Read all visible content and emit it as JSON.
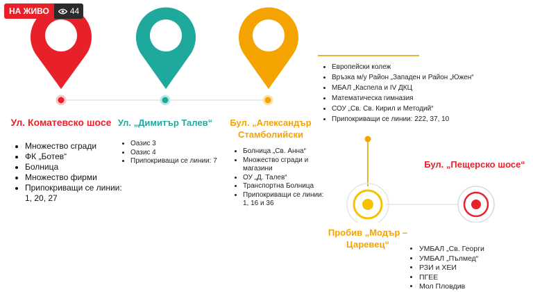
{
  "badge": {
    "live_label": "НА ЖИВО",
    "viewer_count": "44"
  },
  "colors": {
    "red": "#e8202a",
    "teal": "#1fa99d",
    "orange": "#f4a300",
    "line_gold": "#e3b43a"
  },
  "icons": {
    "viewers": "eye-icon",
    "pins": "map-pin-icon",
    "targets": "target-icon"
  },
  "section1": {
    "title": "Ул. Коматевско шосе",
    "items": [
      "Множество сгради",
      "ФК „Ботев“",
      "Болница",
      "Множество фирми",
      "Припокриващи се линии: 1, 20, 27"
    ]
  },
  "section2": {
    "title": "Ул. „Димитър Талев“",
    "items": [
      "Оазис 3",
      "Оазис 4",
      "Припокриващи се линии: 7"
    ]
  },
  "section3": {
    "title_line1": "Бул. „Александър",
    "title_line2": "Стамболийски",
    "items": [
      "Болница „Св. Анна“",
      "Множество сгради и магазини",
      "ОУ „Д. Талев“",
      "Транспортна Болница",
      "Припокриващи се линии: 1, 16 и 36"
    ]
  },
  "section4": {
    "items": [
      "Европейски колеж",
      "Връзка м/у Район „Западен и Район „Южен“",
      "МБАЛ „Каспела и IV ДКЦ",
      "Математическа гимназия",
      "СОУ „Св. Св. Кирил и Методий“",
      "Припокриващи се линии: 222, 37, 10"
    ]
  },
  "section5": {
    "title_line1": "Пробив „Модър –",
    "title_line2": "Царевец“"
  },
  "section6": {
    "title": "Бул. „Пещерско шосе“",
    "items": [
      "УМБАЛ „Св. Георги",
      "УМБАЛ „Пълмед“",
      "РЗИ и ХЕИ",
      "ПГЕЕ",
      "Мол Пловдив"
    ]
  }
}
